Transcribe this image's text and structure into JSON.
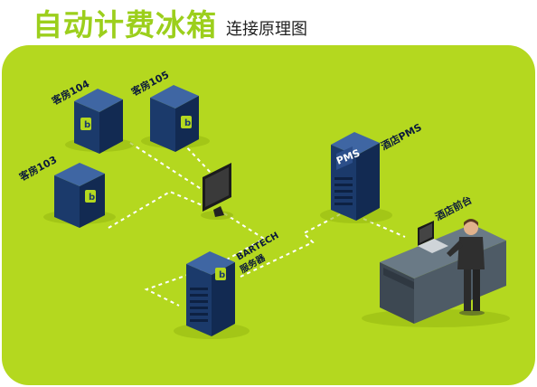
{
  "header": {
    "title": "自动计费冰箱",
    "subtitle": "连接原理图"
  },
  "nodes": {
    "room_104": {
      "label": "客房104",
      "icon": "fridge-icon"
    },
    "room_105": {
      "label": "客房105",
      "icon": "fridge-icon"
    },
    "room_103": {
      "label": "客房103",
      "icon": "fridge-icon"
    },
    "hotel_pms": {
      "label": "酒店PMS",
      "badge": "PMS",
      "icon": "server-icon"
    },
    "bartech_server": {
      "label": "BARTECH",
      "label2": "服务器",
      "icon": "server-icon"
    },
    "front_desk": {
      "label": "酒店前台",
      "icon": "reception-desk-icon"
    },
    "monitor": {
      "icon": "monitor-icon"
    }
  },
  "colors": {
    "accent_green": "#9ccf1c",
    "panel_green": "#b4d81f",
    "navy": "#1b3a6b",
    "navy_dark": "#122a52",
    "logo_green": "#b4d81f"
  }
}
